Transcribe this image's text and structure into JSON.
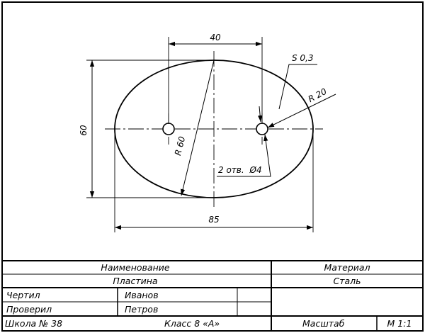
{
  "drawing": {
    "dimensions": {
      "top_width": "40",
      "bottom_width": "85",
      "height": "60",
      "surface_finish": "S 0,3",
      "radius_big": "R 60",
      "radius_small": "R 20",
      "holes_prefix": "2 отв.",
      "holes_symbol": "Ø",
      "holes_size": "4"
    }
  },
  "title_block": {
    "name_header": "Наименование",
    "name_value": "Пластина",
    "material_header": "Материал",
    "material_value": "Сталь",
    "drawn_label": "Чертил",
    "drawn_name": "Иванов",
    "checked_label": "Проверил",
    "checked_name": "Петров",
    "school": "Школа № 38",
    "class_label": "Класс 8 «А»",
    "scale_label": "Масштаб",
    "scale_value": "М 1:1"
  }
}
